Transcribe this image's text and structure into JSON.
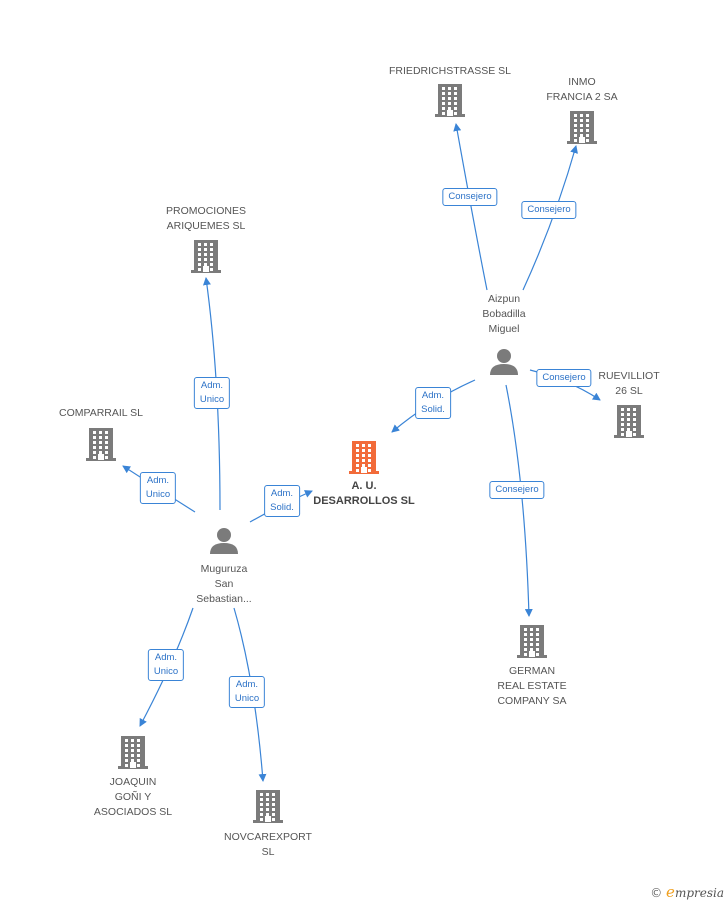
{
  "colors": {
    "edge": "#3a84d6",
    "node": "#7b7b7b",
    "focus": "#f26b3a",
    "text": "#555555"
  },
  "nodes": [
    {
      "id": "focus",
      "kind": "company-focus",
      "label": "A. U.\nDESARROLLOS SL"
    },
    {
      "id": "friedrich",
      "kind": "company",
      "label": "FRIEDRICHSTRASSE SL"
    },
    {
      "id": "inmo",
      "kind": "company",
      "label": "INMO\nFRANCIA 2 SA"
    },
    {
      "id": "promociones",
      "kind": "company",
      "label": "PROMOCIONES\nARIQUEMES SL"
    },
    {
      "id": "comparrail",
      "kind": "company",
      "label": "COMPARRAIL SL"
    },
    {
      "id": "ruevilliot",
      "kind": "company",
      "label": "RUEVILLIOT\n26 SL"
    },
    {
      "id": "german",
      "kind": "company",
      "label": "GERMAN\nREAL ESTATE\nCOMPANY SA"
    },
    {
      "id": "joaquin",
      "kind": "company",
      "label": "JOAQUIN\nGOÑI Y\nASOCIADOS SL"
    },
    {
      "id": "novcar",
      "kind": "company",
      "label": "NOVCAREXPORT\nSL"
    },
    {
      "id": "aizpun",
      "kind": "person",
      "label": "Aizpun\nBobadilla\nMiguel"
    },
    {
      "id": "muguruza",
      "kind": "person",
      "label": "Muguruza\nSan\nSebastian..."
    }
  ],
  "edges": [
    {
      "from": "aizpun",
      "to": "friedrich",
      "label": "Consejero"
    },
    {
      "from": "aizpun",
      "to": "inmo",
      "label": "Consejero"
    },
    {
      "from": "aizpun",
      "to": "ruevilliot",
      "label": "Consejero"
    },
    {
      "from": "aizpun",
      "to": "german",
      "label": "Consejero"
    },
    {
      "from": "aizpun",
      "to": "focus",
      "label": "Adm.\nSolid."
    },
    {
      "from": "muguruza",
      "to": "focus",
      "label": "Adm.\nSolid."
    },
    {
      "from": "muguruza",
      "to": "promociones",
      "label": "Adm.\nUnico"
    },
    {
      "from": "muguruza",
      "to": "comparrail",
      "label": "Adm.\nUnico"
    },
    {
      "from": "muguruza",
      "to": "joaquin",
      "label": "Adm.\nUnico"
    },
    {
      "from": "muguruza",
      "to": "novcar",
      "label": "Adm.\nUnico"
    }
  ],
  "brand": {
    "copyright": "©",
    "name_initial": "e",
    "name_rest": "mpresia"
  }
}
